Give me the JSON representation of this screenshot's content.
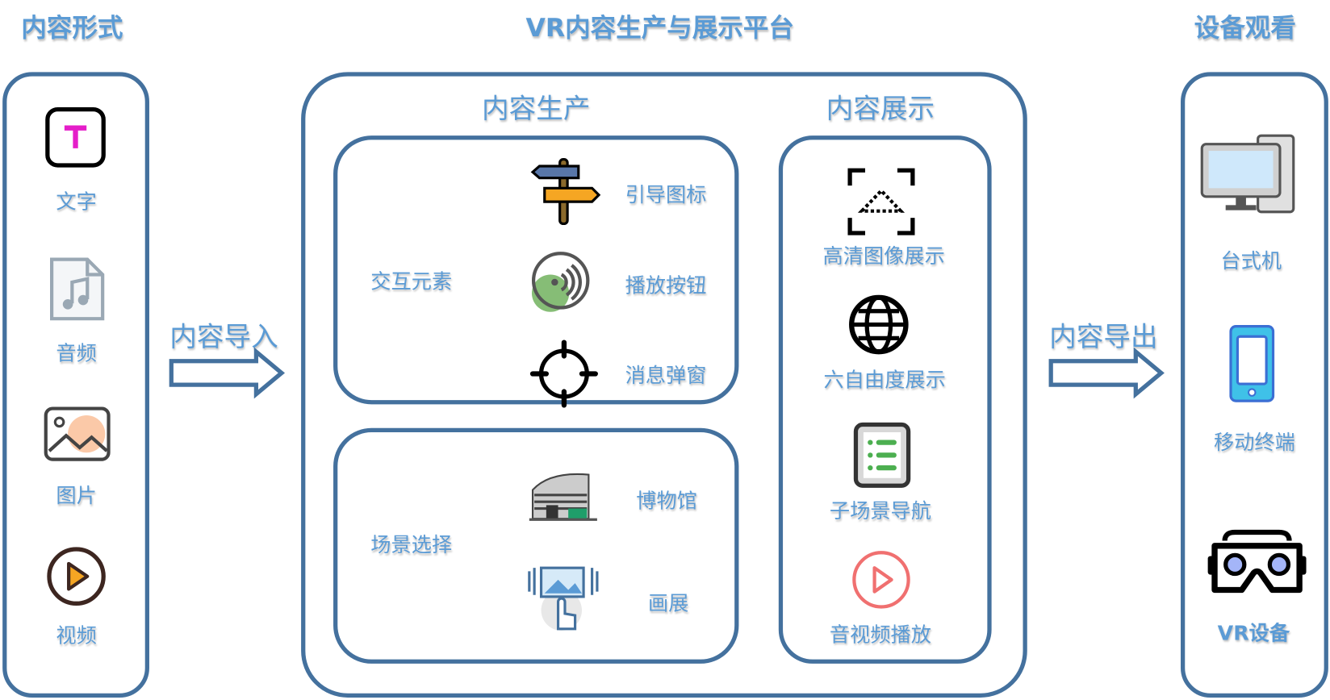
{
  "title": "VR内容生产与展示平台",
  "left": {
    "title": "内容形式",
    "items": [
      "文字",
      "音频",
      "图片",
      "视频"
    ]
  },
  "arrows": {
    "import": "内容导入",
    "export": "内容导出"
  },
  "production": {
    "title": "内容生产",
    "interaction": {
      "label": "交互元素",
      "items": [
        "引导图标",
        "播放按钮",
        "消息弹窗"
      ]
    },
    "scene": {
      "label": "场景选择",
      "items": [
        "博物馆",
        "画展"
      ]
    }
  },
  "display": {
    "title": "内容展示",
    "items": [
      "高清图像展示",
      "六自由度展示",
      "子场景导航",
      "音视频播放"
    ]
  },
  "right": {
    "title": "设备观看",
    "items": [
      "台式机",
      "移动终端",
      "VR设备"
    ]
  },
  "colors": {
    "border": "#44719e",
    "text": "#5b9bd5"
  }
}
